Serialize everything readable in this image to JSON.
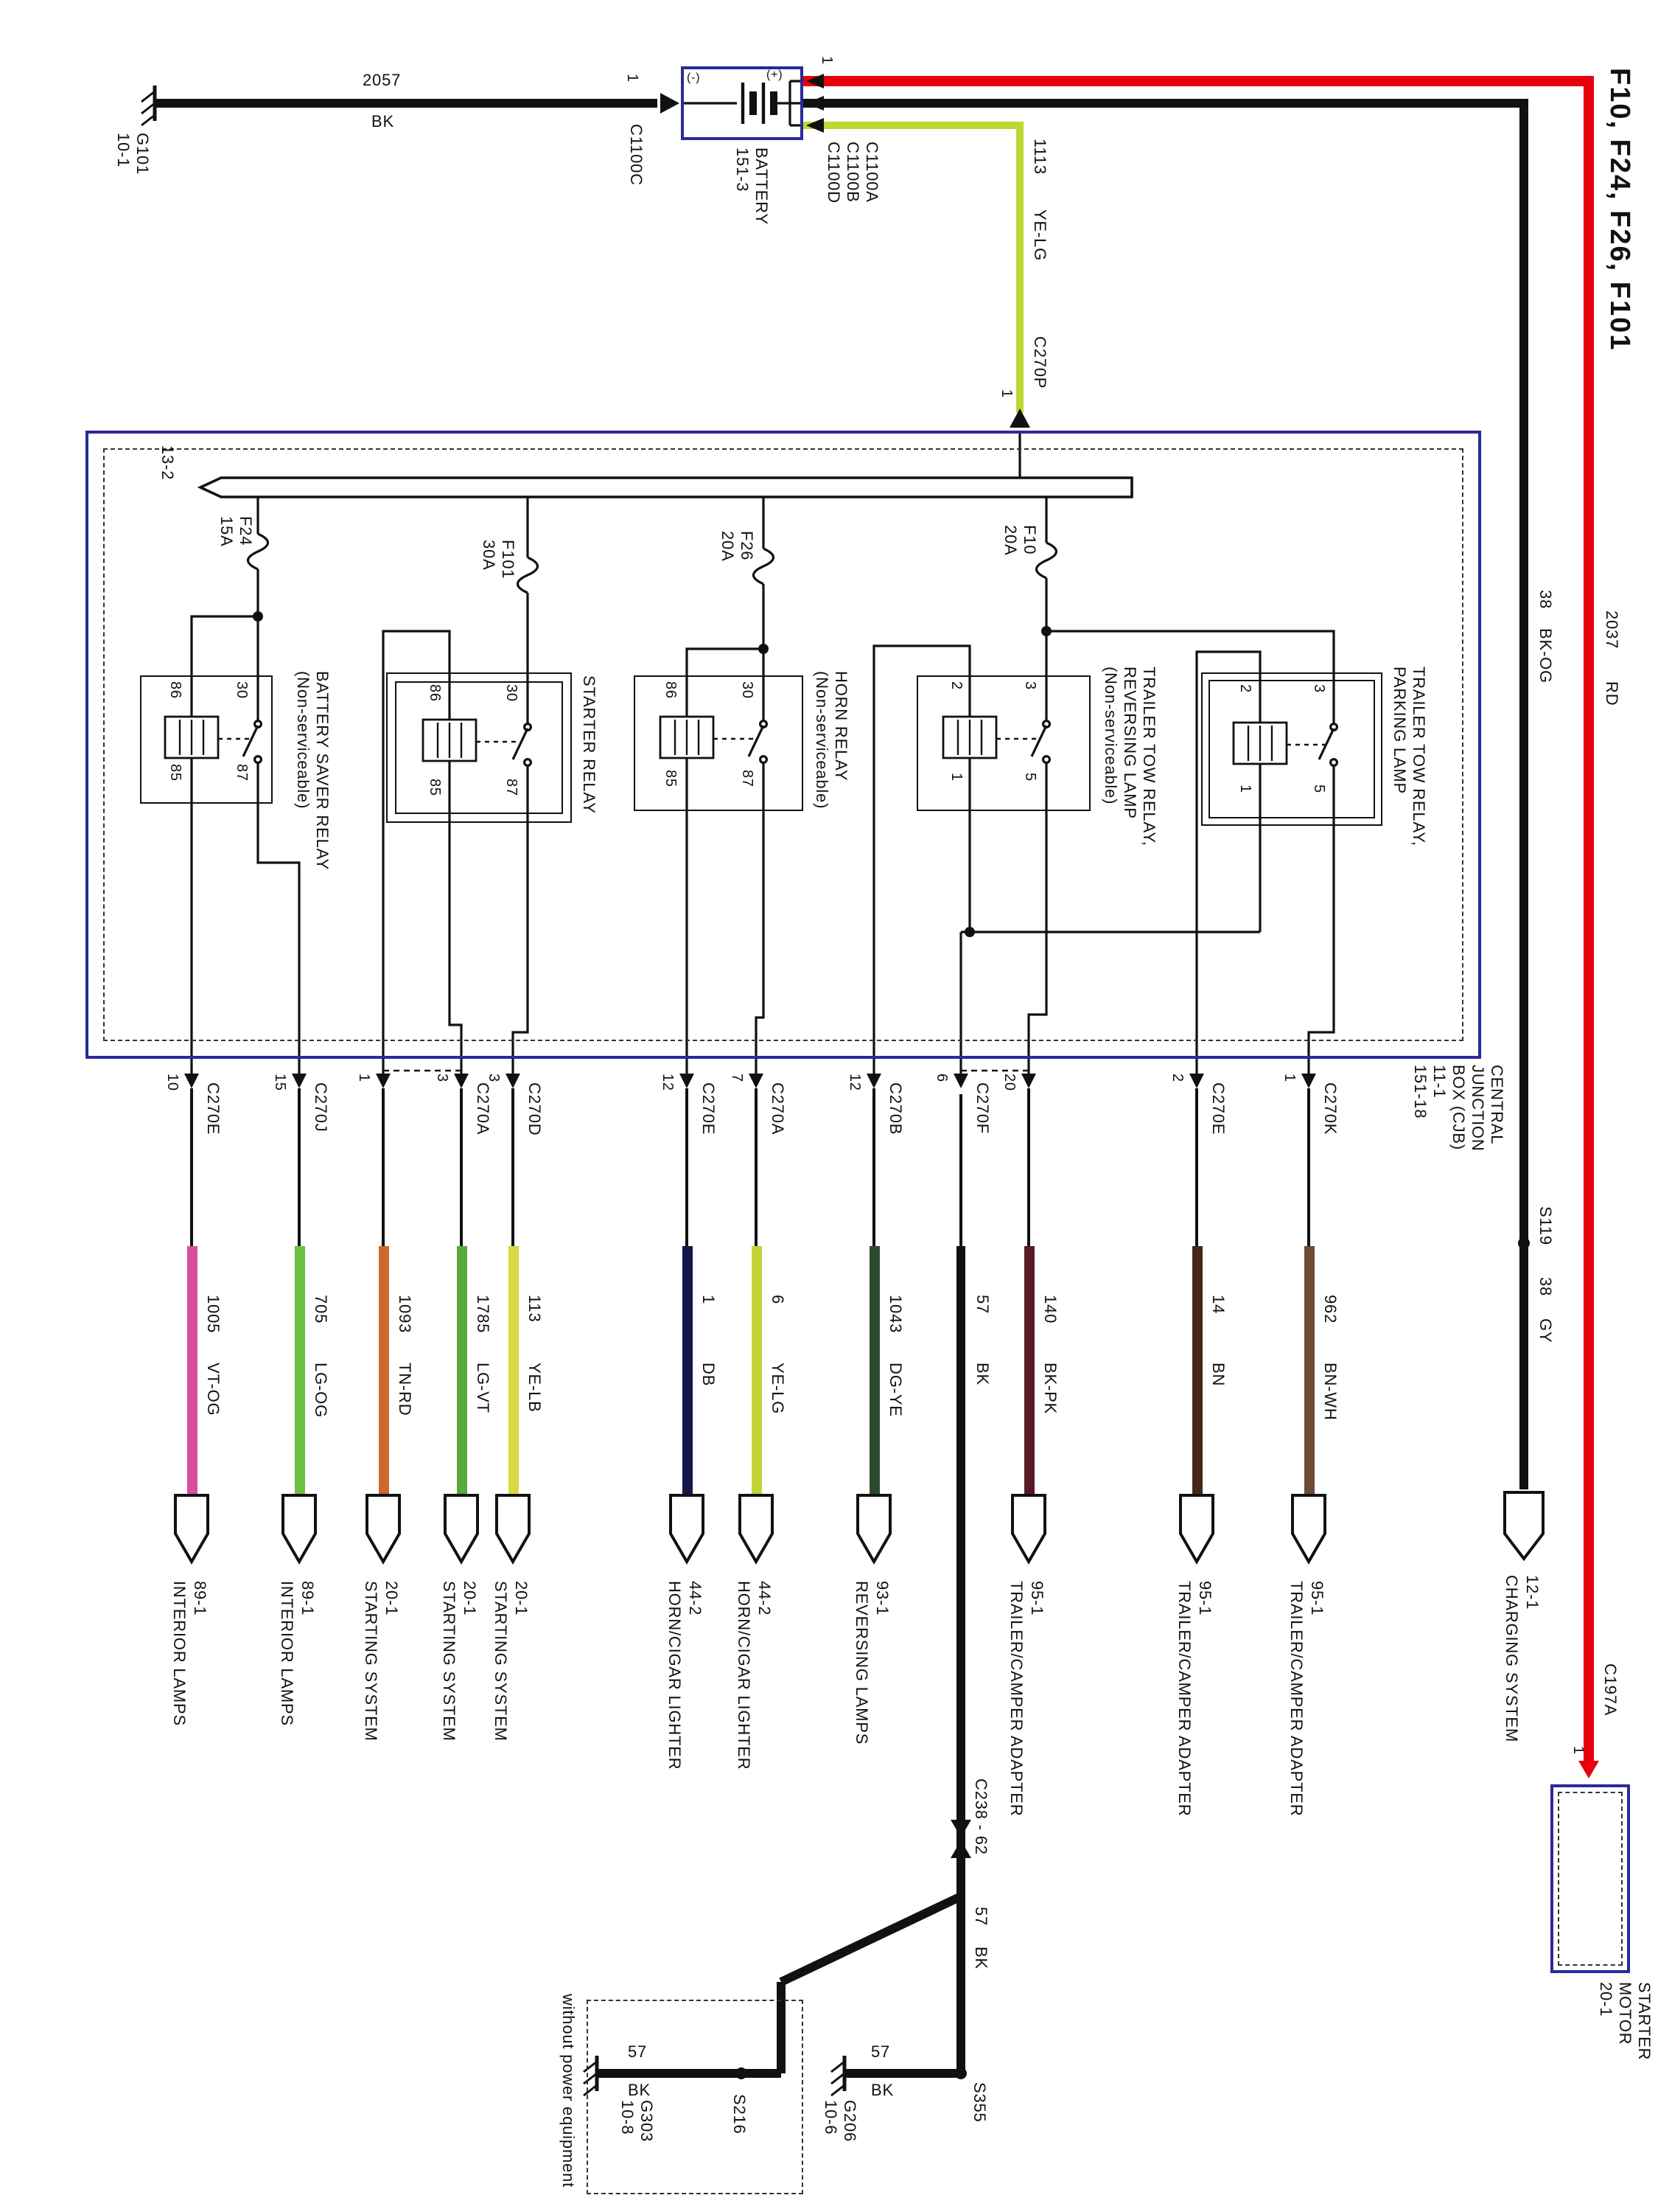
{
  "title": "F10, F24, F26, F101",
  "top": {
    "g101": "G101\n10-1",
    "wire2057": {
      "circuit": "2057",
      "color": "BK"
    },
    "c1100c": {
      "pin": "1",
      "label": "C1100C"
    },
    "battery": {
      "name": "BATTERY\n151-3",
      "neg": "(-)",
      "pos": "(+)",
      "pin": "1",
      "connectors": "C1100A\nC1100B\nC1100D"
    },
    "wire1113": {
      "circuit": "1113",
      "color": "YE-LG",
      "hex": "#bdd631",
      "conn": "C270P",
      "pin": "1"
    },
    "wire2037": {
      "circuit": "2037",
      "color": "RD",
      "hex": "#e8000d"
    },
    "wire38": {
      "circuit": "38",
      "color": "BK-OG"
    },
    "s119": "S119",
    "wire38b": {
      "circuit": "38",
      "color": "GY"
    },
    "charging": "12-1\nCHARGING SYSTEM"
  },
  "cjb": {
    "label": "CENTRAL\nJUNCTION\nBOX (CJB)\n11-1\n151-18",
    "bus": "13-2",
    "fuses": [
      "F24\n15A",
      "F101\n30A",
      "F26\n20A",
      "F10\n20A"
    ],
    "relays": [
      {
        "name": "BATTERY SAVER RELAY\n(Non-serviceable)",
        "pins": [
          "86",
          "30",
          "85",
          "87"
        ]
      },
      {
        "name": "STARTER RELAY",
        "pins": [
          "86",
          "30",
          "85",
          "87"
        ]
      },
      {
        "name": "HORN RELAY\n(Non-serviceable)",
        "pins": [
          "86",
          "30",
          "85",
          "87"
        ]
      },
      {
        "name": "TRAILER TOW RELAY,\nREVERSING LAMP\n(Non-serviceable)",
        "pins": [
          "2",
          "3",
          "1",
          "5"
        ]
      },
      {
        "name": "TRAILER TOW RELAY,\nPARKING LAMP",
        "pins": [
          "2",
          "3",
          "1",
          "5"
        ]
      }
    ]
  },
  "columns": [
    {
      "pin": "10",
      "conn": "C270E",
      "circuit": "1005",
      "color": "VT-OG",
      "hex": "#d8509d",
      "dest": "89-1\nINTERIOR LAMPS"
    },
    {
      "pin": "15",
      "conn": "C270J",
      "circuit": "705",
      "color": "LG-OG",
      "hex": "#6fbf44",
      "dest": "89-1\nINTERIOR LAMPS"
    },
    {
      "pin": "1",
      "conn": "",
      "circuit": "1093",
      "color": "TN-RD",
      "hex": "#cc6a2a",
      "dest": "20-1\nSTARTING SYSTEM"
    },
    {
      "pin": "3",
      "conn": "C270A",
      "circuit": "1785",
      "color": "LG-VT",
      "hex": "#5aa93c",
      "dest": "20-1\nSTARTING SYSTEM"
    },
    {
      "pin": "3",
      "conn": "C270D",
      "circuit": "113",
      "color": "YE-LB",
      "hex": "#d8d840",
      "dest": "20-1\nSTARTING SYSTEM"
    },
    {
      "pin": "12",
      "conn": "C270E",
      "circuit": "1",
      "color": "DB",
      "hex": "#16164a",
      "dest": "44-2\nHORN/CIGAR LIGHTER"
    },
    {
      "pin": "7",
      "conn": "C270A",
      "circuit": "6",
      "color": "YE-LG",
      "hex": "#c3d534",
      "dest": "44-2\nHORN/CIGAR LIGHTER"
    },
    {
      "pin": "12",
      "conn": "C270B",
      "circuit": "1043",
      "color": "DG-YE",
      "hex": "#2d4a2d",
      "dest": "93-1\nREVERSING LAMPS"
    },
    {
      "pin": "6",
      "conn": "C270F",
      "circuit": "57",
      "color": "BK",
      "hex": "#111111",
      "dest": ""
    },
    {
      "pin": "20",
      "conn": "",
      "circuit": "140",
      "color": "BK-PK",
      "hex": "#591a28",
      "dest": "95-1\nTRAILER/CAMPER ADAPTER"
    },
    {
      "pin": "2",
      "conn": "C270E",
      "circuit": "14",
      "color": "BN",
      "hex": "#46281a",
      "dest": "95-1\nTRAILER/CAMPER ADAPTER"
    },
    {
      "pin": "1",
      "conn": "C270K",
      "circuit": "962",
      "color": "BN-WH",
      "hex": "#6e4a33",
      "dest": "95-1\nTRAILER/CAMPER ADAPTER"
    }
  ],
  "bott": {
    "c238": "C238 - 62",
    "wire57": {
      "circuit": "57",
      "color": "BK"
    },
    "s355": "S355",
    "s216": "S216",
    "g303": "G303\n10-8",
    "g206": "G206\n10-6",
    "gl": {
      "circuit": "57",
      "color": "BK"
    },
    "gr": {
      "circuit": "57",
      "color": "BK"
    },
    "without": "without power equipment"
  },
  "starter_motor": {
    "conn": "C197A",
    "pin": "1",
    "label": "STARTER\nMOTOR\n20-1"
  }
}
